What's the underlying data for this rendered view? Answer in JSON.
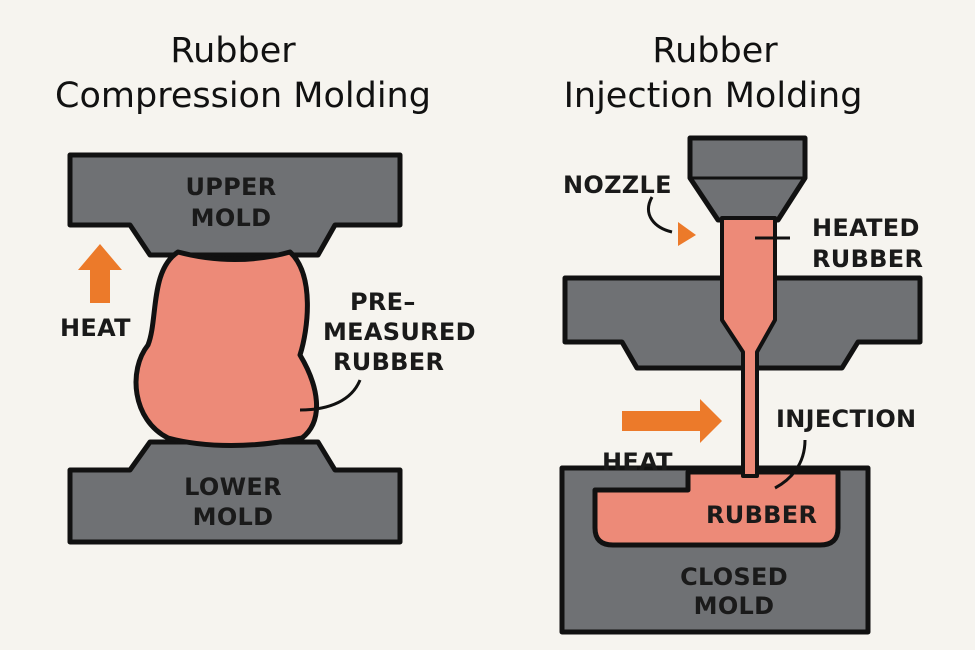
{
  "colors": {
    "background": "#f6f4ef",
    "mold_gray": "#6f7174",
    "rubber_salmon": "#ed8a78",
    "heat_orange": "#ec7a2a",
    "outline": "#111111"
  },
  "compression": {
    "title_line1": "Rubber",
    "title_line2": "Compression Molding",
    "upper_mold_line1": "UPPER",
    "upper_mold_line2": "MOLD",
    "lower_mold_line1": "LOWER",
    "lower_mold_line2": "MOLD",
    "heat_label": "HEAT",
    "rubber_line1": "PRE–",
    "rubber_line2": "MEASURED",
    "rubber_line3": "RUBBER",
    "heat_arrow_icon": "arrow-up-icon"
  },
  "injection": {
    "title_line1": "Rubber",
    "title_line2": "Injection Molding",
    "nozzle_label": "NOZZLE",
    "heated_rubber_line1": "HEATED",
    "heated_rubber_line2": "RUBBER",
    "injection_label": "INJECTION",
    "heat_label": "HEAT",
    "rubber_label": "RUBBER",
    "closed_mold_line1": "CLOSED",
    "closed_mold_line2": "MOLD",
    "heat_arrow_icon": "arrow-right-icon"
  }
}
